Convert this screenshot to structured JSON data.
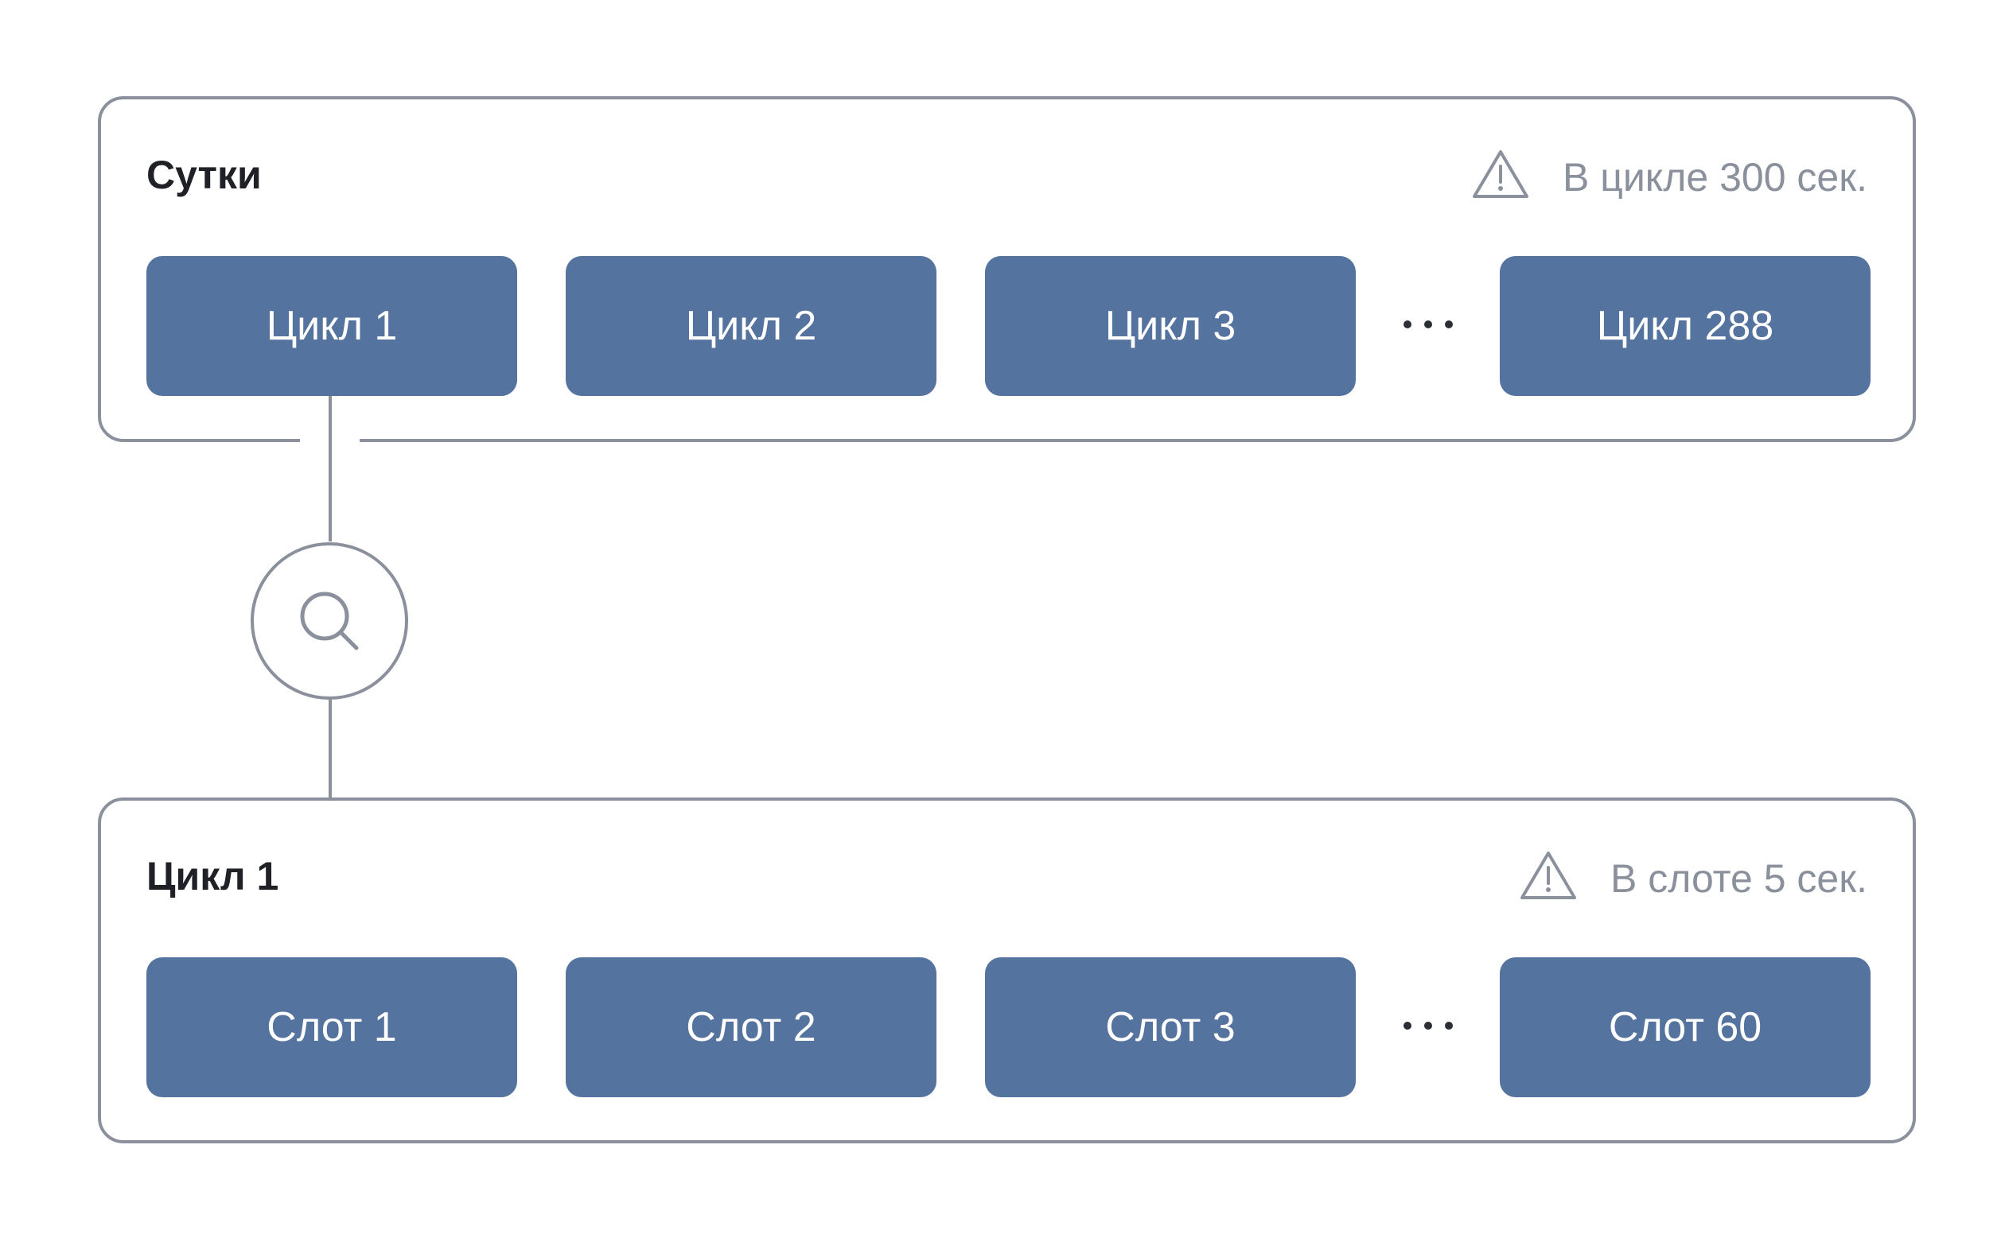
{
  "colors": {
    "block_fill": "#55739f",
    "outline": "#8a909c",
    "title_text": "#1f2126",
    "note_text": "#8a909c",
    "block_text": "#ffffff"
  },
  "day_panel": {
    "title": "Сутки",
    "note": "В цикле 300 сек.",
    "note_icon": "warning-triangle-icon",
    "blocks": [
      "Цикл 1",
      "Цикл 2",
      "Цикл 3",
      "Цикл 288"
    ]
  },
  "connector": {
    "icon": "search-icon"
  },
  "cycle_panel": {
    "title": "Цикл 1",
    "note": "В слоте 5 сек.",
    "note_icon": "warning-triangle-icon",
    "blocks": [
      "Слот 1",
      "Слот 2",
      "Слот 3",
      "Слот 60"
    ]
  }
}
